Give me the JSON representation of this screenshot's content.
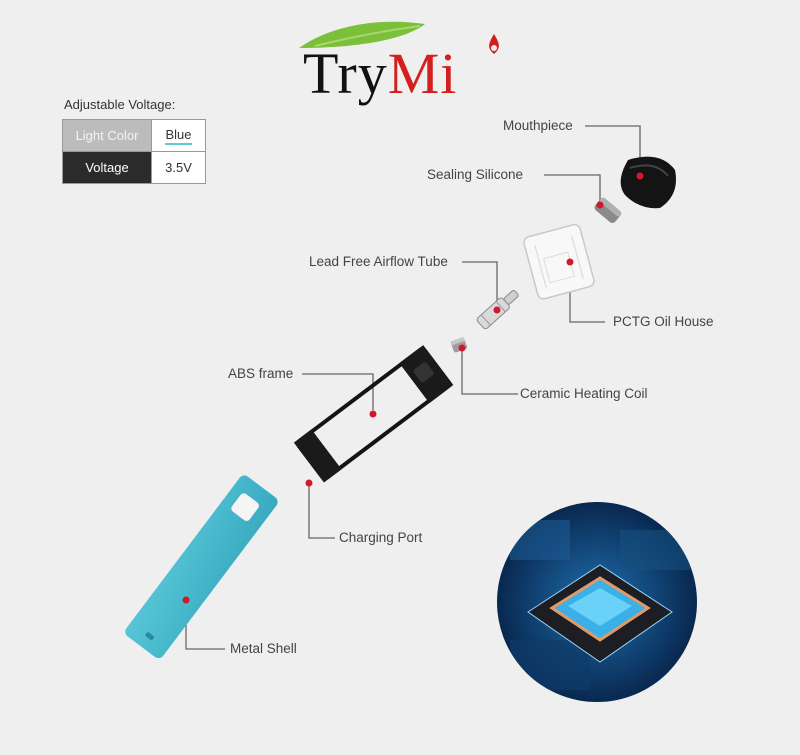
{
  "brand": {
    "logo_part1": "Try",
    "logo_part2": "Mi",
    "leaf_color": "#7cbf3a",
    "red_color": "#d3201f"
  },
  "voltage_table": {
    "title": "Adjustable Voltage:",
    "rows": [
      {
        "label": "Light Color",
        "value": "Blue"
      },
      {
        "label": "Voltage",
        "value": "3.5V"
      }
    ]
  },
  "parts": [
    {
      "name": "Mouthpiece"
    },
    {
      "name": "Sealing Silicone"
    },
    {
      "name": "Lead Free Airflow Tube"
    },
    {
      "name": "PCTG Oil House"
    },
    {
      "name": "ABS frame"
    },
    {
      "name": "Ceramic Heating Coil"
    },
    {
      "name": "Charging Port"
    },
    {
      "name": "Metal Shell"
    }
  ],
  "colors": {
    "background": "#efefef",
    "shell": "#45b8cc",
    "callout_dot": "#d0192b",
    "leader_line": "#555555",
    "chip_bg": "#0c3a6e"
  }
}
